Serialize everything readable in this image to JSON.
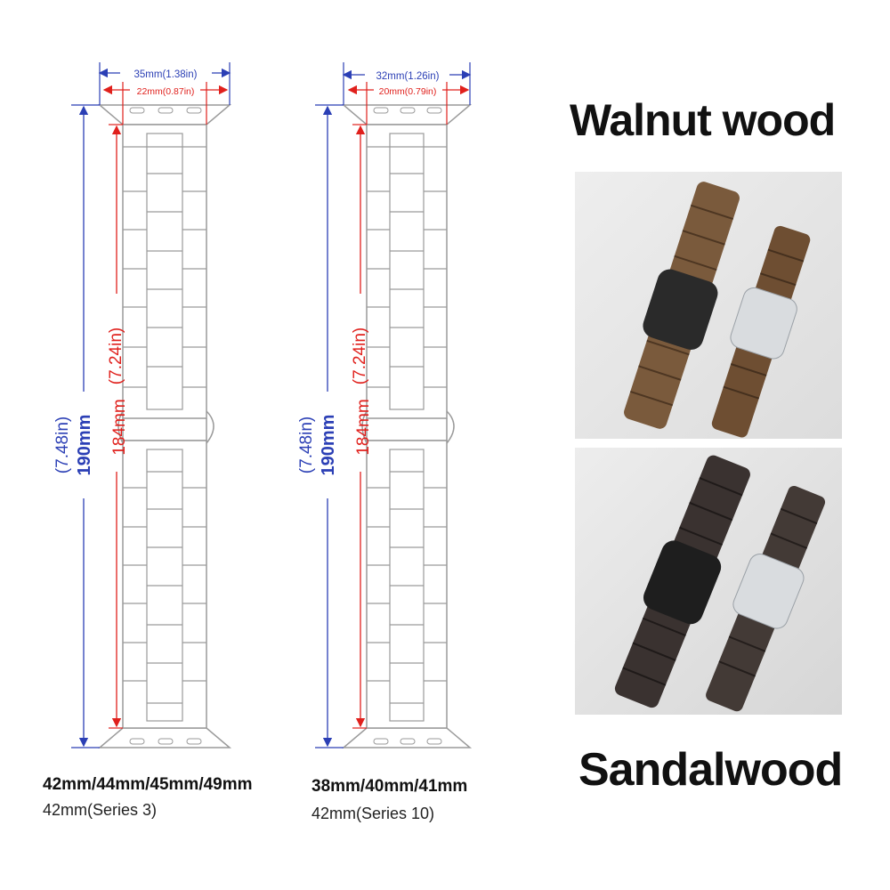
{
  "colors": {
    "blue_dim": "#2b3fb5",
    "red_dim": "#e0201c",
    "outline": "#9a9a9a",
    "walnut": "#7a5a3c",
    "sandalwood": "#3a3230"
  },
  "left_band": {
    "width_outer": "35mm(1.38in)",
    "width_inner": "22mm(0.87in)",
    "length_total_in": "(7.48in)",
    "length_total_mm": "190mm",
    "length_band_in": "(7.24in)",
    "length_band_mm": "184mm",
    "sizes": "42mm/44mm/45mm/49mm",
    "series": "42mm(Series 3)"
  },
  "right_band": {
    "width_outer": "32mm(1.26in)",
    "width_inner": "20mm(0.79in)",
    "length_total_in": "(7.48in)",
    "length_total_mm": "190mm",
    "length_band_in": "(7.24in)",
    "length_band_mm": "184mm",
    "sizes": "38mm/40mm/41mm",
    "series": "42mm(Series 10)"
  },
  "walnut": {
    "title": "Walnut wood"
  },
  "sandalwood": {
    "title": "Sandalwood"
  }
}
